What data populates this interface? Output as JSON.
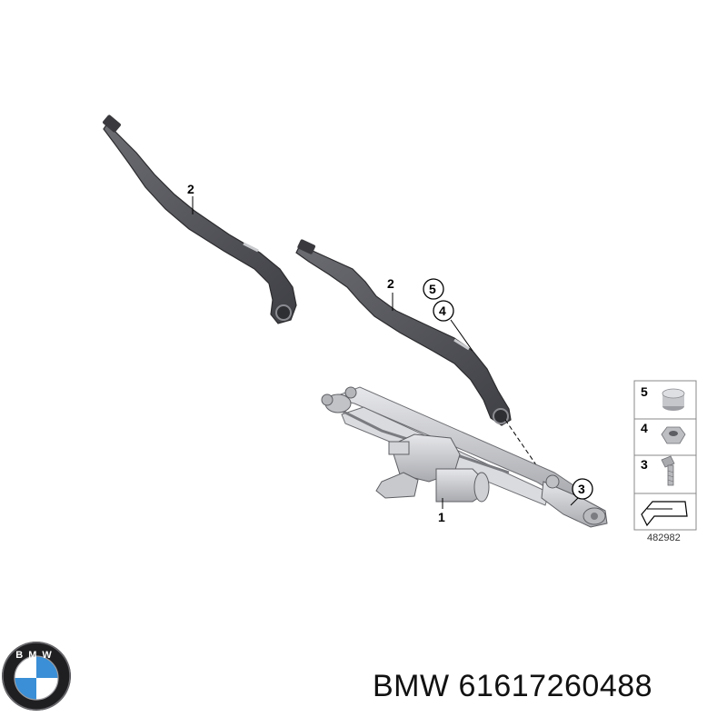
{
  "diagram": {
    "callouts": {
      "arm_left": "2",
      "arm_right": "2",
      "nut_cap": "5",
      "nut": "4",
      "bolt": "3",
      "motor": "1"
    },
    "legend": {
      "row5": "5",
      "row4": "4",
      "row3": "3",
      "ref_number": "482982"
    }
  },
  "caption": {
    "brand": "BMW",
    "part_number": "61617260488"
  },
  "logo": {
    "text": "BMW"
  },
  "colors": {
    "arm": "#55565c",
    "arm_light": "#8b8c92",
    "metal": "#cfd0d3",
    "metal_dark": "#9a9ba0",
    "logo_blue": "#3a8fd6"
  }
}
